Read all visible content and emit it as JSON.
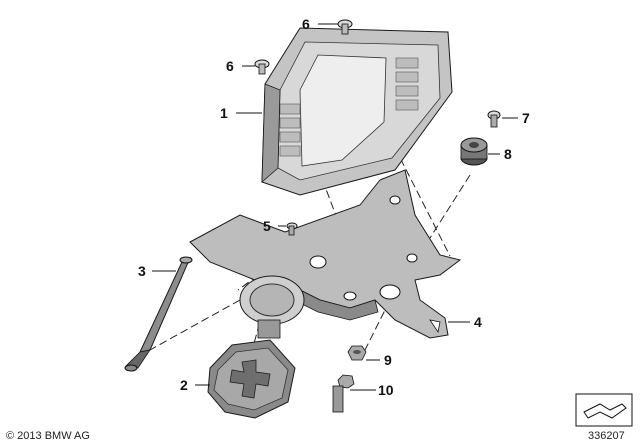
{
  "callouts": {
    "p1": "1",
    "p2": "2",
    "p3": "3",
    "p4": "4",
    "p5": "5",
    "p6a": "6",
    "p6b": "6",
    "p7": "7",
    "p8": "8",
    "p9": "9",
    "p10": "10"
  },
  "footer": {
    "copyright": "© 2013 BMW AG",
    "diagram_id": "336207"
  },
  "colors": {
    "outline": "#1a1a1a",
    "part_light": "#d9d9d9",
    "part_mid": "#b3b3b3",
    "part_dark": "#7a7a7a",
    "screen": "#e8e8e8"
  }
}
